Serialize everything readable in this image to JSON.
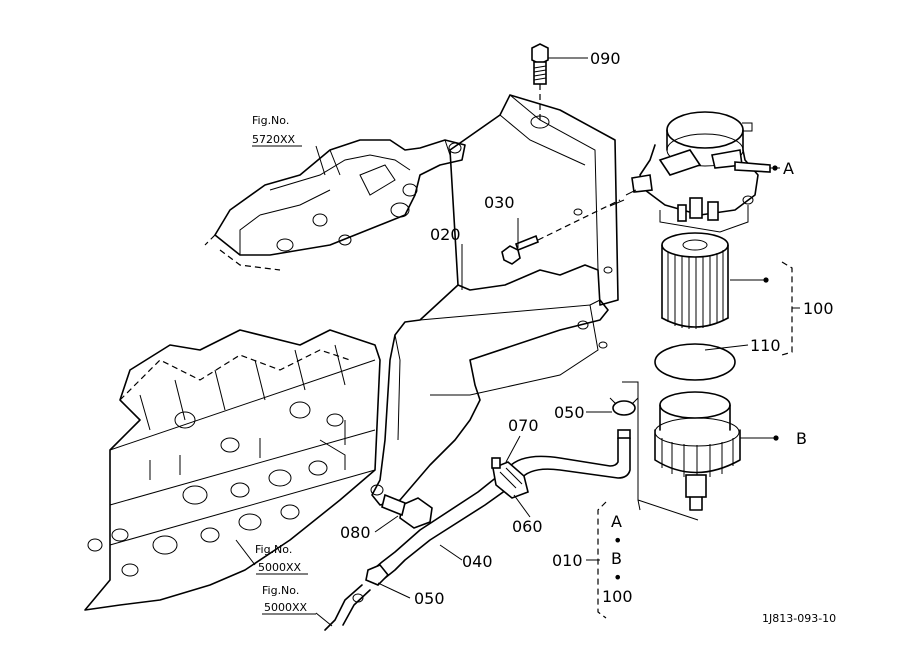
{
  "labels": {
    "p090": "090",
    "p030": "030",
    "p020": "020",
    "pA": "A",
    "p100": "100",
    "p110": "110",
    "p050a": "050",
    "p070": "070",
    "pB": "B",
    "p060": "060",
    "p080": "080",
    "p040": "040",
    "p010": "010",
    "p050b": "050",
    "set_a": "A",
    "set_dot1": "•",
    "set_b": "B",
    "set_dot2": "•",
    "set_100": "100"
  },
  "figrefs": {
    "fig1_title": "Fig.No.",
    "fig1_num": "5720XX",
    "fig2_title": "Fig.No.",
    "fig2_num": "5000XX",
    "fig3_title": "Fig.No.",
    "fig3_num": "5000XX"
  },
  "drawing_code": "1J813-093-10"
}
